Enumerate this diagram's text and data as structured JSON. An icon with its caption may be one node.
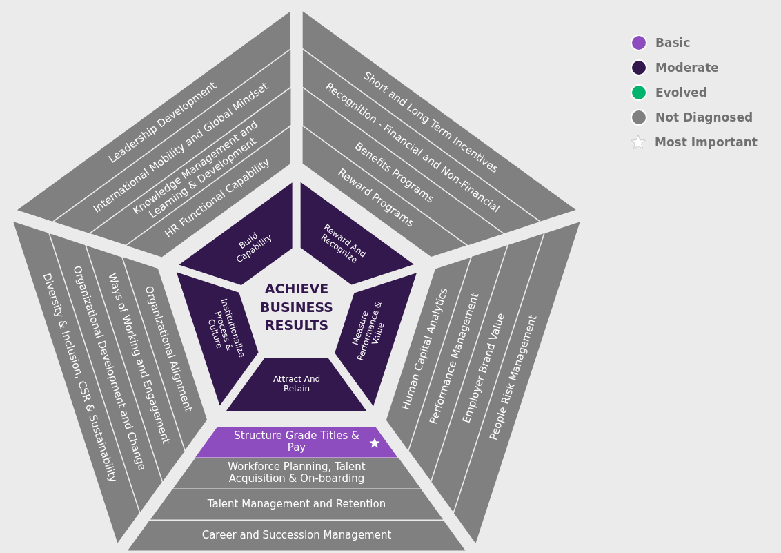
{
  "diagram": {
    "nodes": [
      {
        "text": [
          "Leadership Development"
        ]
      },
      {
        "text": [
          "International Mobility and Global Mindset"
        ]
      },
      {
        "text": [
          "Knowledge Management and Learning & Development"
        ]
      },
      {
        "text": [
          "HR Functional Capability"
        ]
      },
      {
        "text": [
          "Short and Long Term Incentives"
        ]
      },
      {
        "text": [
          "Recognition - Financial and Non-Financial"
        ]
      },
      {
        "text": [
          "Benefits Programs"
        ]
      },
      {
        "text": [
          "Reward Programs"
        ]
      },
      {
        "text": [
          "Build Capability"
        ]
      },
      {
        "text": [
          "Reward And Recognize"
        ]
      },
      {
        "text": [
          "Institutionalize Process & Culture"
        ]
      },
      {
        "text": [
          "ACHIEVE BUSINESS RESULTS"
        ]
      },
      {
        "text": [
          "Measure Performance & Value"
        ]
      },
      {
        "text": [
          "Attract And Retain"
        ]
      },
      {
        "text": [
          "Diversity & Inclusion, CSR & Sustainability"
        ]
      },
      {
        "text": [
          "Organizational Development and Change"
        ]
      },
      {
        "text": [
          "Ways of Working and Engagement"
        ]
      },
      {
        "text": [
          "Organizational Alignment"
        ]
      },
      {
        "text": [
          "Human Capital Analytics"
        ]
      },
      {
        "text": [
          "Performance Management"
        ]
      },
      {
        "text": [
          "Employer Brand Value"
        ]
      },
      {
        "text": [
          "People Risk Management"
        ]
      },
      {
        "text": [
          "Structure Grade Titles & Pay"
        ]
      },
      {
        "text": [
          "Workforce Planning, Talent Acquisition & On-boarding"
        ]
      },
      {
        "text": [
          "Talent Management and Retention"
        ]
      },
      {
        "text": [
          "Career and Succession Management"
        ]
      }
    ],
    "legend": [
      {
        "text": "Basic",
        "color": "#8e4dbe"
      },
      {
        "text": "Moderate",
        "color": "#33184d"
      },
      {
        "text": "Evolved",
        "color": "#00b46e"
      },
      {
        "text": "Not Diagnosed",
        "color": "#808080"
      },
      {
        "text": "Most Important"
      }
    ]
  }
}
